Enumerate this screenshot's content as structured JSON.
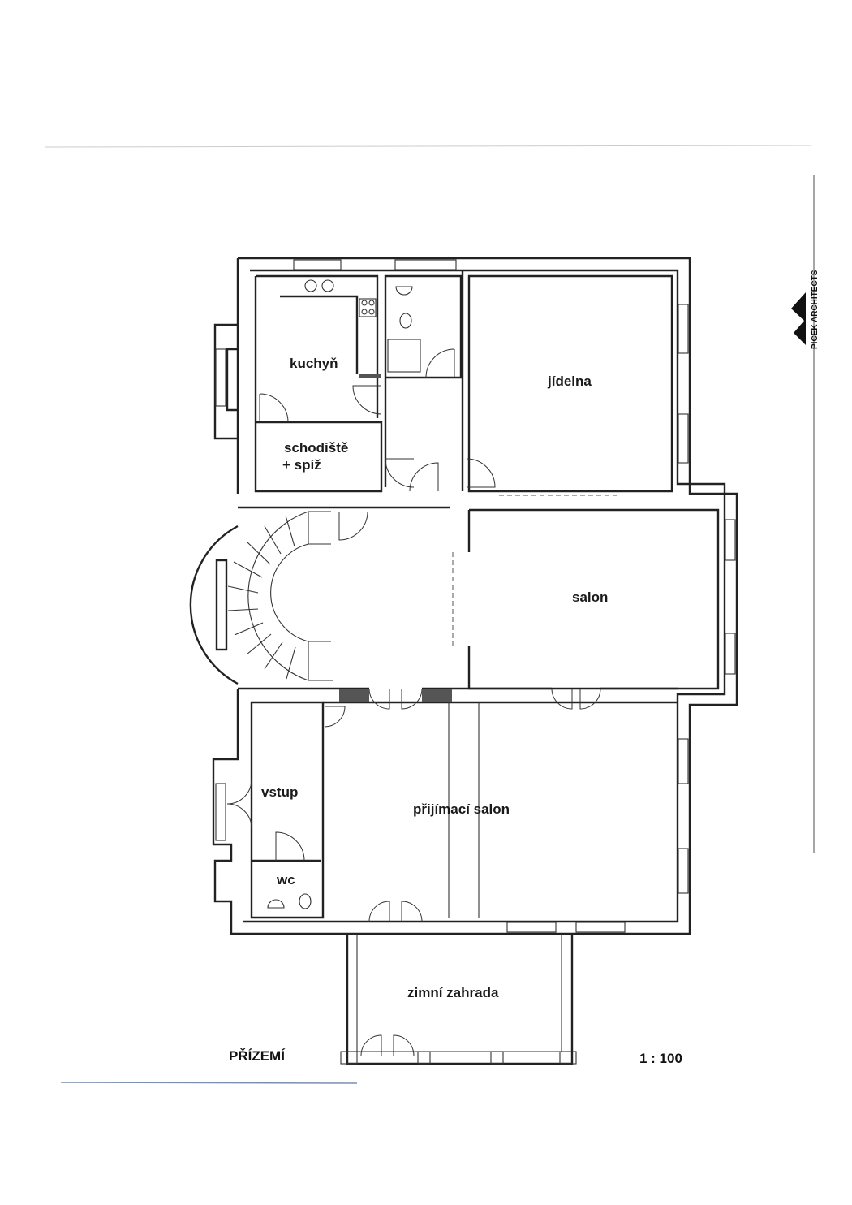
{
  "rooms": {
    "kitchen": "kuchyň",
    "dining": "jídelna",
    "stairs_line1": "schodiště",
    "stairs_line2": "+ spíž",
    "salon": "salon",
    "entrance": "vstup",
    "wc": "wc",
    "reception": "přijímací salon",
    "winter_garden": "zimní zahrada"
  },
  "captions": {
    "floor": "PŘÍZEMÍ",
    "scale": "1 : 100"
  },
  "logo": {
    "text": "PICEK ARCHITECTS"
  }
}
